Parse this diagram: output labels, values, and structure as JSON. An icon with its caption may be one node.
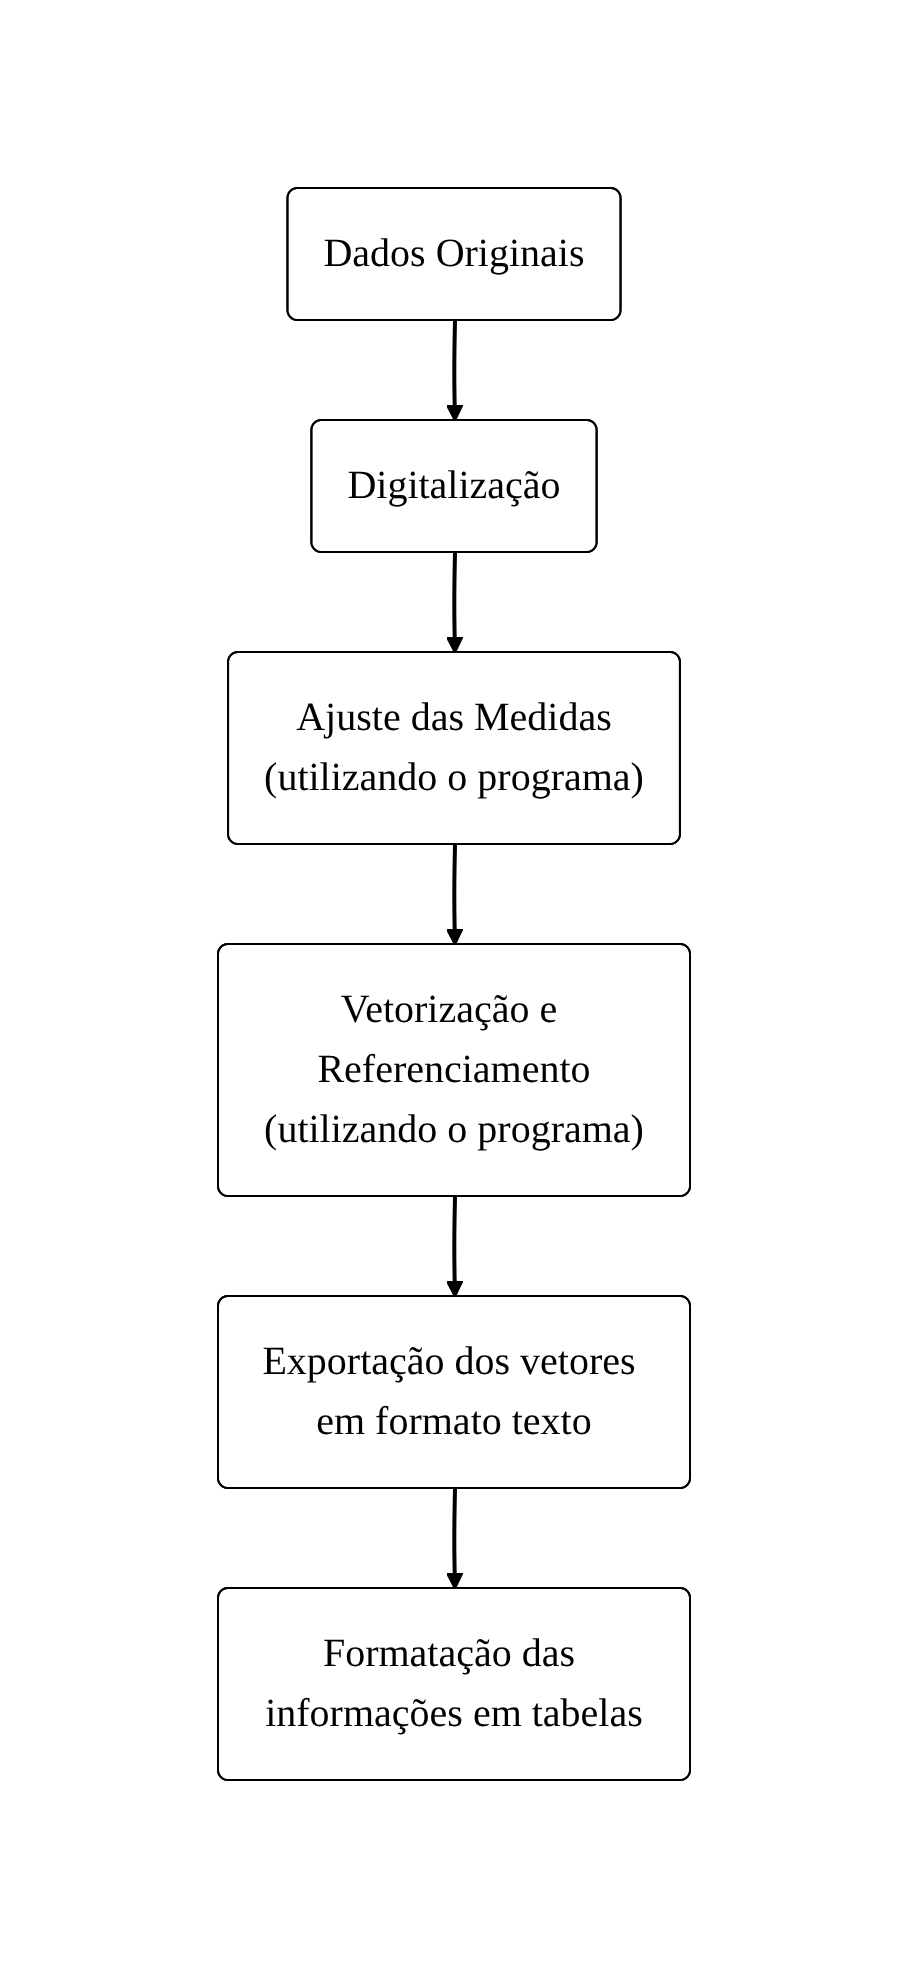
{
  "diagram": {
    "nodes": [
      {
        "text": [
          "Dados Originais"
        ]
      },
      {
        "text": [
          "Digitalização"
        ]
      },
      {
        "text": [
          "Ajuste das Medidas",
          "(utilizando o programa)"
        ]
      },
      {
        "text": [
          "Vetorização e Referenciamento",
          "(utilizando o programa)"
        ]
      },
      {
        "text": [
          "Exportação dos vetores em formato texto"
        ]
      },
      {
        "text": [
          "Formatação das informações em tabelas"
        ]
      }
    ],
    "edges": [
      {
        "from": 0,
        "to": 1,
        "arrow": "to"
      },
      {
        "from": 1,
        "to": 2,
        "arrow": "to"
      },
      {
        "from": 2,
        "to": 3,
        "arrow": "to"
      },
      {
        "from": 3,
        "to": 4,
        "arrow": "to"
      },
      {
        "from": 4,
        "to": 5,
        "arrow": "to"
      }
    ]
  }
}
